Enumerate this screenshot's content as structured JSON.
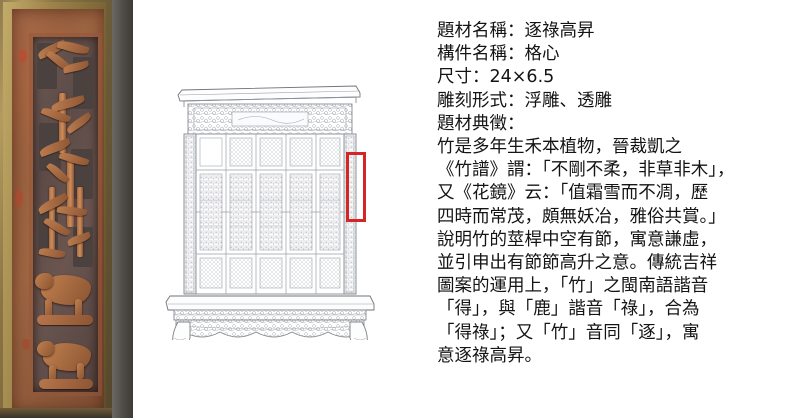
{
  "artifact": {
    "photo_caption_alt": "carved wooden lattice panel with bamboo and deer",
    "drawing_caption_alt": "line drawing of ornate altar cabinet",
    "highlight_color": "#d42626"
  },
  "info": {
    "fields": [
      {
        "label": "題材名稱",
        "sep": "：",
        "value": "逐祿高昇",
        "line": "題材名稱：逐祿高昇"
      },
      {
        "label": "構件名稱",
        "sep": "：",
        "value": "格心",
        "line": "構件名稱：格心"
      },
      {
        "label": "尺寸",
        "sep": "：",
        "value": "24×6.5",
        "line": "尺寸：24×6.5"
      },
      {
        "label": "雕刻形式",
        "sep": "：",
        "value": "浮雕、透雕",
        "line": "雕刻形式：浮雕、透雕"
      },
      {
        "label": "題材典徵",
        "sep": "：",
        "value": "",
        "line": "題材典徵："
      }
    ],
    "body_lines": [
      "竹是多年生禾本植物，晉裁凱之",
      "《竹譜》謂：「不剛不柔，非草非木」，",
      "又《花鏡》云：「值霜雪而不凋，歷",
      "四時而常茂，頗無妖冶，雅俗共賞。」",
      "說明竹的莖桿中空有節，寓意謙虛，",
      "並引申出有節節高升之意。傳統吉祥",
      "圖案的運用上，「竹」之閩南語諧音",
      "「得」，與「鹿」諧音「祿」，合為",
      "「得祿」；又「竹」音同「逐」，寓",
      "意逐祿高昇。"
    ]
  }
}
